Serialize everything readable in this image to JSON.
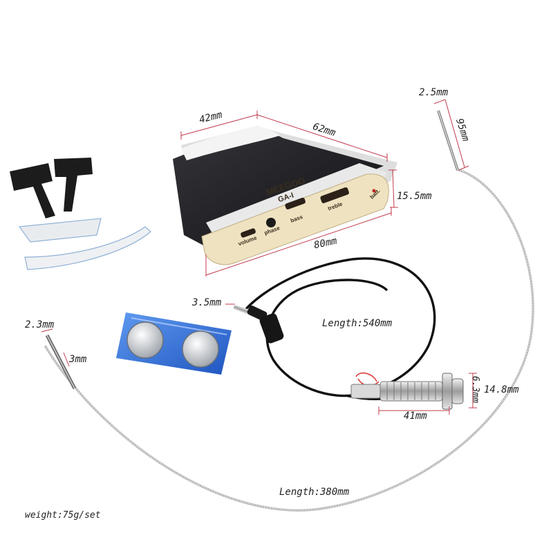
{
  "product": {
    "brand": "MEEGOO",
    "model": "GA-I",
    "controls": {
      "volume": "volume",
      "phase": "phase",
      "bass": "bass",
      "treble": "treble",
      "batt": "batt."
    }
  },
  "dimensions": {
    "depth": "42mm",
    "width_top": "62mm",
    "height": "15.5mm",
    "width_bottom": "80mm",
    "jack_plug": "3.5mm",
    "cable_length": "Length:540mm",
    "socket_diameter": "6.3mm",
    "socket_outer": "14.8mm",
    "socket_length": "41mm",
    "pickup_a_tip": "2.5mm",
    "pickup_a_length": "95mm",
    "pickup_b_tip": "2.3mm",
    "pickup_b_body": "3mm",
    "pickup_cable_length": "Length:380mm"
  },
  "weight": "weight:75g/set",
  "colors": {
    "dimension_line": "#c03a4a",
    "device_body": "#1d1d22",
    "control_panel": "#efe2c0",
    "metal": "#c8c8c8",
    "battery_pack": "#2e6fd8"
  }
}
